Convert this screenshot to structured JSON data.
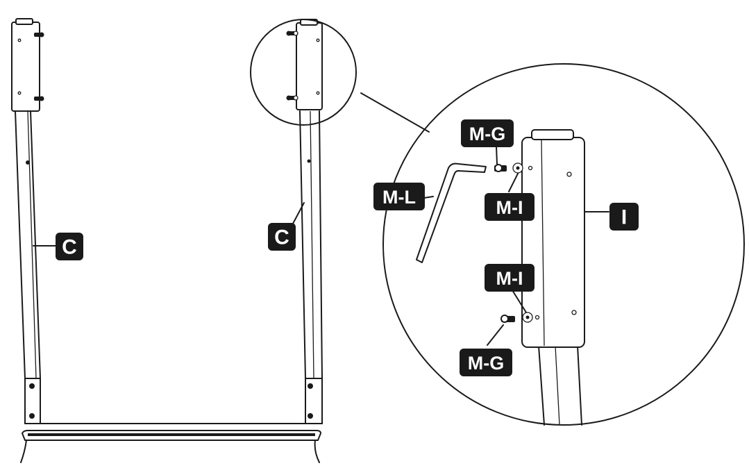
{
  "labels": {
    "left_post": "C",
    "right_post": "C",
    "allen_key": "M-L",
    "bolt_top": "M-G",
    "bolt_bottom": "M-G",
    "washer_top": "M-I",
    "washer_bottom": "M-I",
    "top_cap": "I"
  },
  "colors": {
    "line": "#1a1a1a",
    "label_background": "#1a1a1a",
    "label_text": "#ffffff",
    "background": "#ffffff"
  }
}
